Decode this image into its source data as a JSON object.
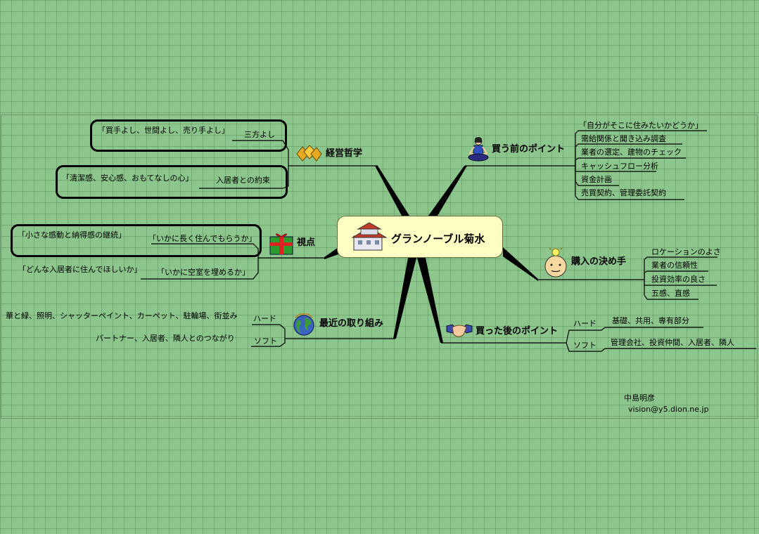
{
  "center": {
    "label": "グランノーブル菊水",
    "icon": "castle-icon"
  },
  "branches": {
    "philosophy": {
      "label": "経営哲学",
      "icon": "diamond-icon",
      "items": [
        {
          "label": "三方よし",
          "detail": "「買手よし、世間よし、売り手よし」"
        },
        {
          "label": "入居者との約束",
          "detail": "「清潔感、安心感、おもてなしの心」"
        }
      ]
    },
    "viewpoint": {
      "label": "視点",
      "icon": "gift-icon",
      "items": [
        {
          "label": "「いかに長く住んでもらうか」",
          "detail": "「小さな感動と納得感の継続」"
        },
        {
          "label": "「いかに空室を埋めるか」",
          "detail": "「どんな入居者に住んでほしいか」"
        }
      ]
    },
    "recent": {
      "label": "最近の取り組み",
      "icon": "globe-icon",
      "items": [
        {
          "label": "ハード",
          "detail": "華と緑、照明、シャッターペイント、カーペット、駐輪場、街並み"
        },
        {
          "label": "ソフト",
          "detail": "パートナー、入居者、隣人とのつながり"
        }
      ]
    },
    "before": {
      "label": "買う前のポイント",
      "icon": "meditation-icon",
      "items": [
        "「自分がそこに住みたいかどうか」",
        "需給関係と聞き込み調査",
        "業者の選定、建物のチェック",
        "キャッシュフロー分析",
        "資金計画",
        "売買契約、管理委託契約"
      ]
    },
    "decision": {
      "label": "購入の決め手",
      "icon": "idea-face-icon",
      "items": [
        "ロケーションのよさ",
        "業者の信頼性",
        "投資効率の良さ",
        "五感、直感"
      ]
    },
    "after": {
      "label": "買った後のポイント",
      "icon": "handshake-icon",
      "items": [
        {
          "label": "ハード",
          "detail": "基礎、共用、専有部分"
        },
        {
          "label": "ソフト",
          "detail": "管理会社、投資仲間、入居者、隣人"
        }
      ]
    }
  },
  "author": {
    "name": "中島明彦",
    "email": "vision@y5.dion.ne.jp"
  },
  "colors": {
    "background": "#8cc68c",
    "center_fill": "#ffffc4",
    "line": "#000000"
  }
}
